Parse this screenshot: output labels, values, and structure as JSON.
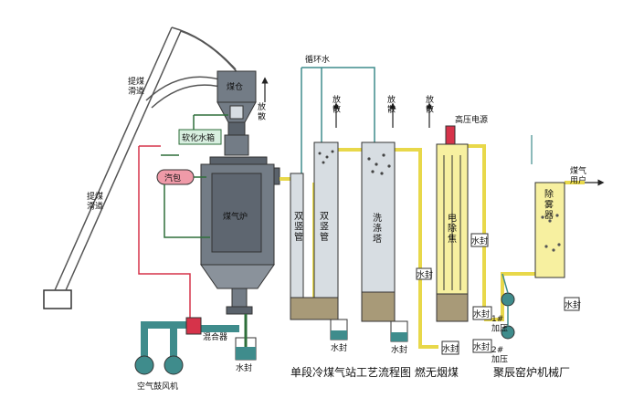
{
  "labels": {
    "coal_conveyor_top": "提煤\n滑道",
    "coal_conveyor_bottom": "提煤\n滑道",
    "coal_bin": "煤仓",
    "softened_water_tank": "软化水箱",
    "steam_drum": "汽包",
    "gasifier": "煤气炉",
    "circulating_water": "循环水",
    "vent_1": "放\n散",
    "vent_2": "放\n散",
    "vent_3": "放\n散",
    "vent_4": "放\n散",
    "high_voltage_power": "高压电源",
    "double_vertical_pipe": "双\n竖\n管",
    "double_vertical_pipe_2": "双\n竖\n管",
    "scrubber": "洗\n涤\n塔",
    "electrostatic_tar_catcher": "电\n除\n焦",
    "demister": "除\n雾\n器",
    "gas_user": "煤气\n用户",
    "water_seal_1": "水封",
    "water_seal_2": "水封",
    "water_seal_3": "水封",
    "water_seal_4": "水封",
    "water_seal_5": "水封",
    "water_seal_6": "水封",
    "water_seal_7": "水封",
    "water_seal_8": "水封",
    "water_seal_9": "水封",
    "mixer": "混合器",
    "air_blower": "空气鼓风机",
    "blower_1": "1#\n加压",
    "blower_2": "2#\n加压"
  },
  "caption": {
    "title": "单段冷煤气站工艺流程图 燃无烟煤",
    "company": "聚辰窑炉机械厂"
  },
  "colors": {
    "vessel_fill": "#737c86",
    "vessel_dark": "#4a5058",
    "pipe_teal": "#3f8c8c",
    "pipe_yellow": "#e8d84a",
    "pipe_red": "#d6334a",
    "pipe_green": "#2e6e3a",
    "sediment": "#a89a78",
    "tar_box": "#f7f0a0"
  }
}
